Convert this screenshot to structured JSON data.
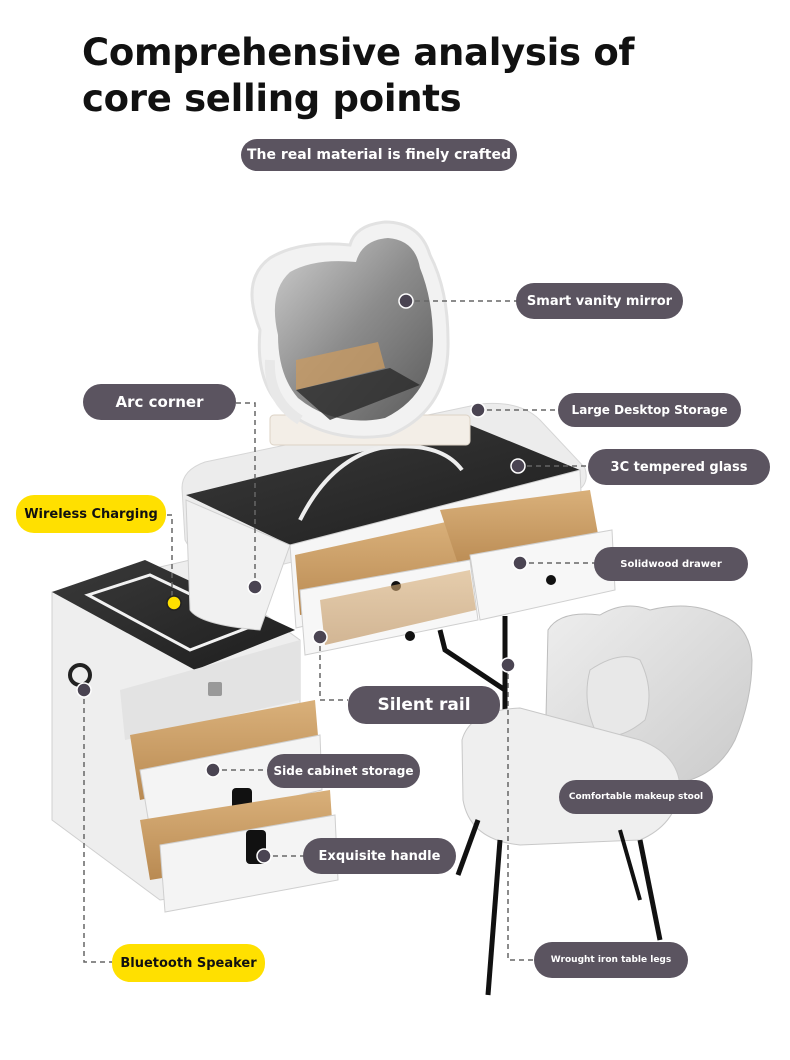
{
  "title": "Comprehensive analysis of core selling points",
  "subtitle": "The real material is finely crafted",
  "callouts": {
    "smart_mirror": "Smart vanity mirror",
    "arc_corner": "Arc corner",
    "desktop_storage": "Large Desktop Storage",
    "tempered_glass": "3C tempered glass",
    "wireless_charging": "Wireless Charging",
    "solidwood_drawer": "Solidwood drawer",
    "silent_rail": "Silent rail",
    "side_cabinet": "Side cabinet storage",
    "makeup_stool": "Comfortable makeup stool",
    "exquisite_handle": "Exquisite handle",
    "bluetooth_speaker": "Bluetooth Speaker",
    "table_legs": "Wrought iron table legs"
  },
  "colors": {
    "pill_dark": "#5b5460",
    "pill_yellow": "#ffe000",
    "dot": "#4a4452",
    "leader": "#666666"
  }
}
